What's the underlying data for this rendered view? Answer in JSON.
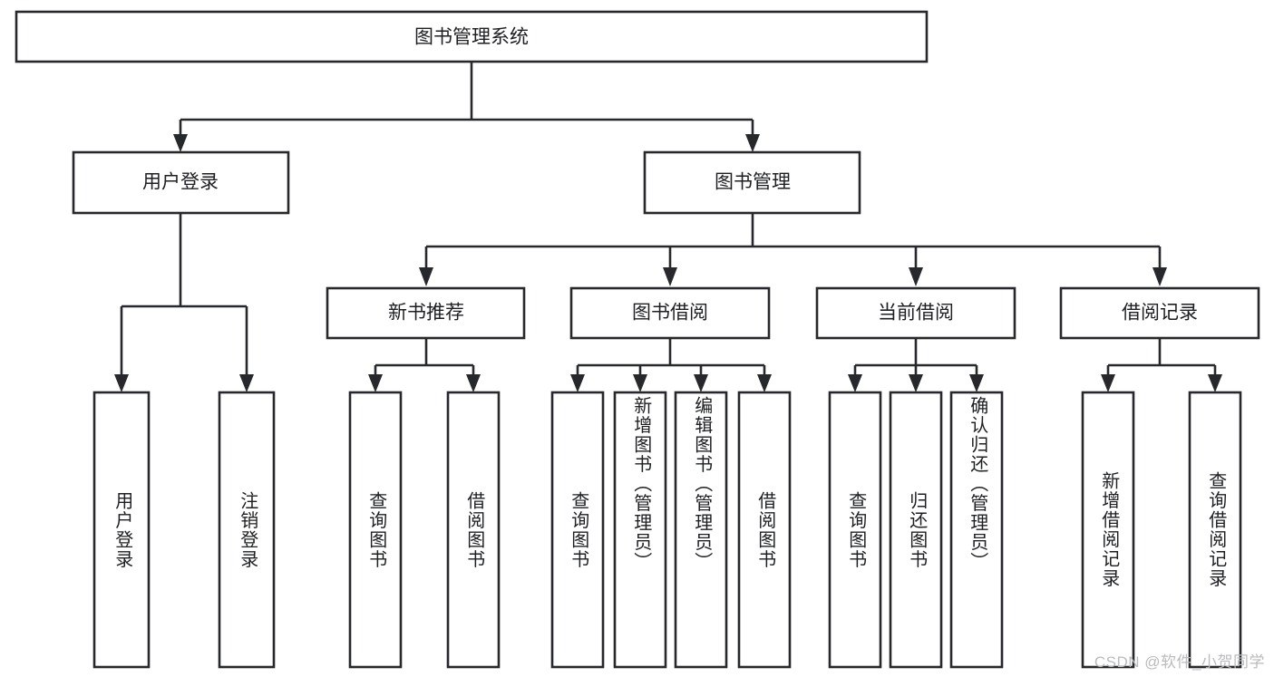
{
  "diagram": {
    "type": "tree",
    "title": "图书管理系统",
    "watermark": "CSDN @软件_小贺同学",
    "colors": {
      "stroke": "#26282b",
      "box_fill": "#ffffff",
      "text": "#1d1f22",
      "background": "#ffffff",
      "watermark": "#b9bbbe"
    },
    "nodes": {
      "root": {
        "label": "图书管理系统",
        "orientation": "horizontal"
      },
      "level2": [
        {
          "label": "用户登录",
          "orientation": "horizontal"
        },
        {
          "label": "图书管理",
          "orientation": "horizontal"
        }
      ],
      "level3": [
        {
          "label": "新书推荐",
          "orientation": "horizontal"
        },
        {
          "label": "图书借阅",
          "orientation": "horizontal"
        },
        {
          "label": "当前借阅",
          "orientation": "horizontal"
        },
        {
          "label": "借阅记录",
          "orientation": "horizontal"
        }
      ],
      "leaves": {
        "user_login": [
          {
            "label": "用户登录",
            "orientation": "vertical"
          },
          {
            "label": "注销登录",
            "orientation": "vertical"
          }
        ],
        "new_book_recommend": [
          {
            "label": "查询图书",
            "orientation": "vertical"
          },
          {
            "label": "借阅图书",
            "orientation": "vertical"
          }
        ],
        "book_borrow": [
          {
            "label": "查询图书",
            "orientation": "vertical"
          },
          {
            "label": "新增图书（管理员）",
            "orientation": "vertical"
          },
          {
            "label": "编辑图书（管理员）",
            "orientation": "vertical"
          },
          {
            "label": "借阅图书",
            "orientation": "vertical"
          }
        ],
        "current_borrow": [
          {
            "label": "查询图书",
            "orientation": "vertical"
          },
          {
            "label": "归还图书",
            "orientation": "vertical"
          },
          {
            "label": "确认归还（管理员）",
            "orientation": "vertical"
          }
        ],
        "borrow_record": [
          {
            "label": "新增借阅记录",
            "orientation": "vertical"
          },
          {
            "label": "查询借阅记录",
            "orientation": "vertical"
          }
        ]
      }
    },
    "edges": [
      {
        "from": "图书管理系统",
        "to": "用户登录"
      },
      {
        "from": "图书管理系统",
        "to": "图书管理"
      },
      {
        "from": "用户登录",
        "to": "用户登录"
      },
      {
        "from": "用户登录",
        "to": "注销登录"
      },
      {
        "from": "图书管理",
        "to": "新书推荐"
      },
      {
        "from": "图书管理",
        "to": "图书借阅"
      },
      {
        "from": "图书管理",
        "to": "当前借阅"
      },
      {
        "from": "图书管理",
        "to": "借阅记录"
      },
      {
        "from": "新书推荐",
        "to": "查询图书"
      },
      {
        "from": "新书推荐",
        "to": "借阅图书"
      },
      {
        "from": "图书借阅",
        "to": "查询图书"
      },
      {
        "from": "图书借阅",
        "to": "新增图书（管理员）"
      },
      {
        "from": "图书借阅",
        "to": "编辑图书（管理员）"
      },
      {
        "from": "图书借阅",
        "to": "借阅图书"
      },
      {
        "from": "当前借阅",
        "to": "查询图书"
      },
      {
        "from": "当前借阅",
        "to": "归还图书"
      },
      {
        "from": "当前借阅",
        "to": "确认归还（管理员）"
      },
      {
        "from": "借阅记录",
        "to": "新增借阅记录"
      },
      {
        "from": "借阅记录",
        "to": "查询借阅记录"
      }
    ]
  }
}
